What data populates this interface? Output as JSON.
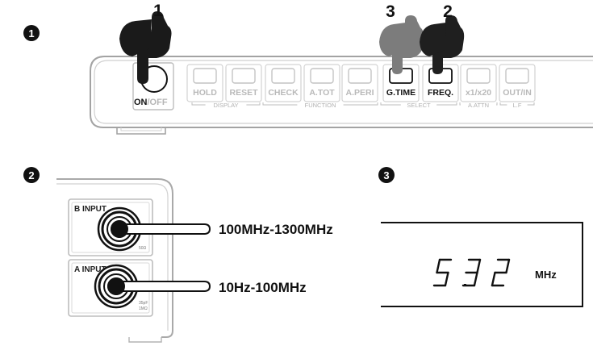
{
  "steps": {
    "step1": "1",
    "step2": "2",
    "step3": "3"
  },
  "panel1": {
    "finger_labels": {
      "left": "1",
      "middle": "3",
      "right": "2"
    },
    "power_label_on": "ON",
    "power_label_off": "/OFF",
    "buttons": [
      "HOLD",
      "RESET",
      "CHECK",
      "A.TOT",
      "A.PERI",
      "G.TIME",
      "FREQ.",
      "x1/x20",
      "OUT/IN"
    ],
    "groups": [
      "DISPLAY",
      "FUNCTION",
      "SELECT",
      "A.ATTN",
      "L.F"
    ]
  },
  "panel2": {
    "b_input": "B INPUT",
    "b_impedance": "50Ω",
    "a_input": "A INPUT",
    "a_spec_1": "35pF",
    "a_spec_2": "1MΩ",
    "b_range": "100MHz-1300MHz",
    "a_range": "10Hz-100MHz"
  },
  "panel3": {
    "reading": "5.32",
    "unit": "MHz"
  },
  "colors": {
    "ink": "#111111",
    "outline": "#9a9a9a",
    "light": "#cfcfcf",
    "finger_dark": "#1a1a1a",
    "finger_grey": "#7a7a7a"
  }
}
